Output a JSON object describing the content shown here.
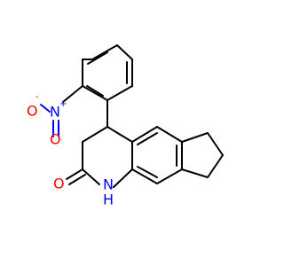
{
  "molecule": {
    "colors": {
      "bond": "#000000",
      "oxygen": "#ff0000",
      "nitrogen": "#0000ff"
    },
    "labels": {
      "nitro_o_minus": "O",
      "nitro_minus_sign": "-",
      "nitro_n": "N",
      "nitro_n_plus": "+",
      "nitro_o": "O",
      "carbonyl_o": "O",
      "amide_n": "N",
      "amide_h": "H"
    }
  }
}
